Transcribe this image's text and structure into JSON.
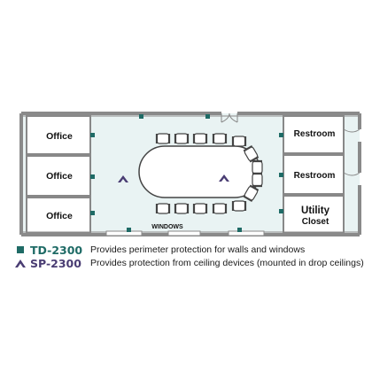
{
  "rooms": {
    "office_top": "Office",
    "office_middle": "Office",
    "office_bottom": "Office",
    "restroom_top": "Restroom",
    "restroom_bottom": "Restroom",
    "utility_line1": "Utility",
    "utility_line2": "Closet"
  },
  "windows_label": "WINDOWS",
  "legend": [
    {
      "code": "TD-2300",
      "description": "Provides perimeter protection for walls and windows",
      "icon": "teal-square-sensor-icon",
      "color": "#1f6b66"
    },
    {
      "code": "SP-2300",
      "description": "Provides protection from ceiling devices (mounted in drop ceilings)",
      "icon": "purple-chevron-sensor-icon",
      "color": "#4a3d73"
    }
  ],
  "colors": {
    "wall": "#8a8a8a",
    "floor": "#e9f3f3",
    "td_sensor": "#1f6b66",
    "sp_sensor": "#4a3d73"
  }
}
